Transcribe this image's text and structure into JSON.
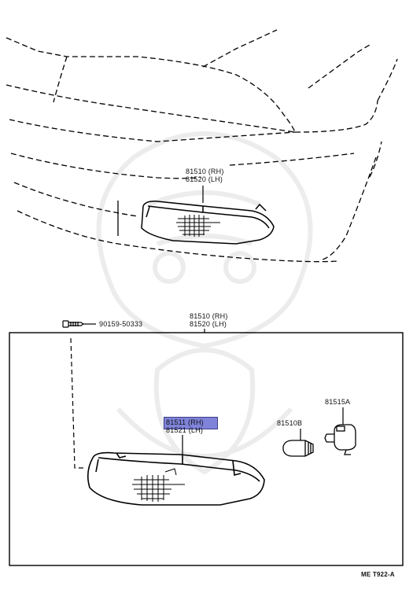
{
  "upper_callout": {
    "rh": "81510 (RH)",
    "lh": "81520 (LH)"
  },
  "lower_callout": {
    "rh": "81510 (RH)",
    "lh": "81520 (LH)"
  },
  "screw": {
    "part_number": "90159-50333"
  },
  "lens": {
    "rh": "81511 (RH)",
    "lh": "81521 (LH)",
    "highlight_color": "#7f83d9"
  },
  "bulb": {
    "part_number": "81510B"
  },
  "socket": {
    "part_number": "81515A"
  },
  "diagram_code": "ME T922-A",
  "watermark": {
    "icon": "samurai-mask-watermark-icon"
  }
}
